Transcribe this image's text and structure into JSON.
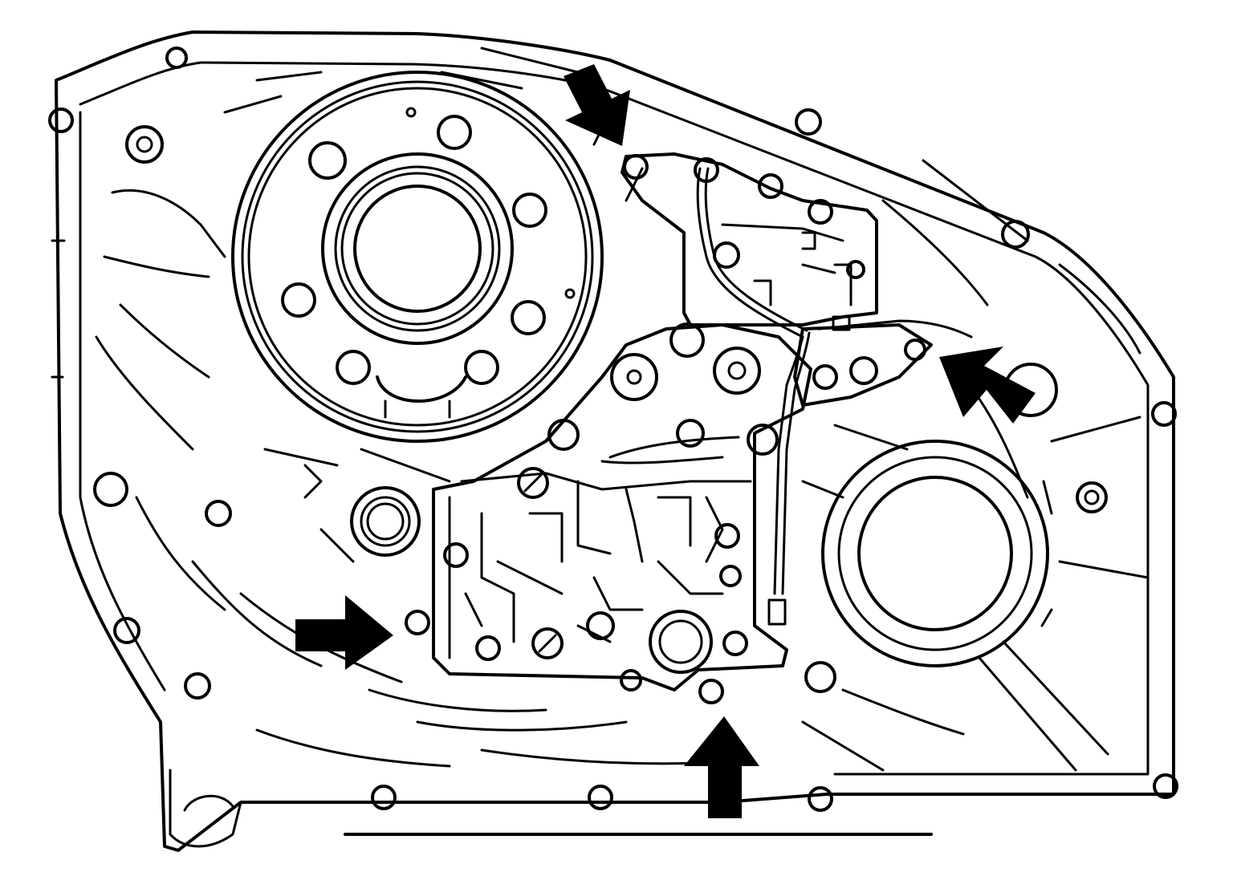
{
  "diagram": {
    "subject": "transmission-case-with-control-valve-body",
    "line_color": "#000000",
    "background_color": "#ffffff",
    "callout_arrows": [
      {
        "id": "arrow-top-bolt",
        "points_to": "upper-bracket-bolt"
      },
      {
        "id": "arrow-right-bolt",
        "points_to": "right-valve-body-bolt"
      },
      {
        "id": "arrow-left-bolt",
        "points_to": "left-valve-body-bolt"
      },
      {
        "id": "arrow-bottom-bolt",
        "points_to": "lower-valve-body-bolt"
      }
    ]
  }
}
